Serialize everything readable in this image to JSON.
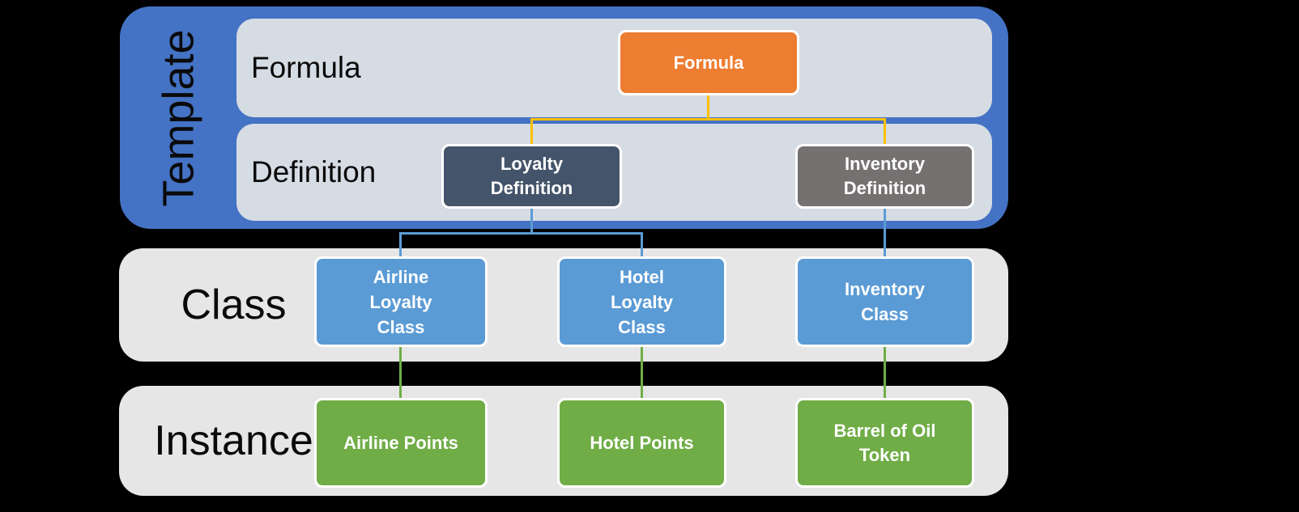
{
  "background": "#000000",
  "template_group": {
    "label": "Template",
    "fill": "#4472C4",
    "lane_fill": "#D6DCE4",
    "lanes": [
      {
        "label": "Formula"
      },
      {
        "label": "Definition"
      }
    ]
  },
  "lanes": {
    "class": {
      "label": "Class",
      "fill": "#E7E6E6"
    },
    "instance": {
      "label": "Instance",
      "fill": "#E7E6E6"
    }
  },
  "nodes": {
    "formula": {
      "lines": [
        "Formula"
      ],
      "fill": "#ED7D31"
    },
    "loyalty_definition": {
      "lines": [
        "Loyalty",
        "Definition"
      ],
      "fill": "#44546A"
    },
    "inventory_definition": {
      "lines": [
        "Inventory",
        "Definition"
      ],
      "fill": "#767171"
    },
    "airline_loyalty_class": {
      "lines": [
        "Airline",
        "Loyalty",
        "Class"
      ],
      "fill": "#5B9BD5"
    },
    "hotel_loyalty_class": {
      "lines": [
        "Hotel",
        "Loyalty",
        "Class"
      ],
      "fill": "#5B9BD5"
    },
    "inventory_class": {
      "lines": [
        "Inventory",
        "Class"
      ],
      "fill": "#5B9BD5"
    },
    "airline_points": {
      "lines": [
        "Airline Points"
      ],
      "fill": "#70AD47"
    },
    "hotel_points": {
      "lines": [
        "Hotel Points"
      ],
      "fill": "#70AD47"
    },
    "barrel_of_oil_token": {
      "lines": [
        "Barrel of Oil",
        "Token"
      ],
      "fill": "#70AD47"
    }
  },
  "connectors": {
    "formula_color": "#FFC000",
    "class_color": "#5B9BD5",
    "instance_color": "#70AD47"
  }
}
